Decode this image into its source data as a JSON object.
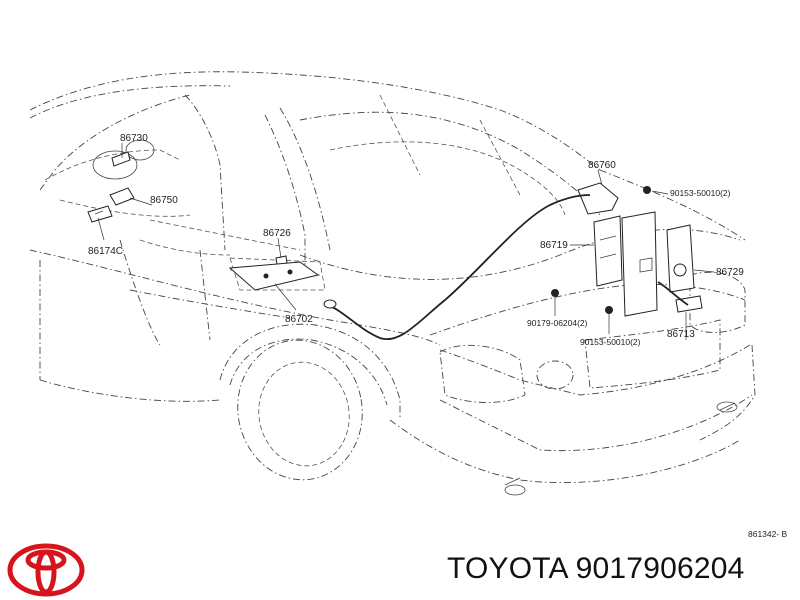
{
  "diagram": {
    "callouts": [
      {
        "id": "86730",
        "text": "86730"
      },
      {
        "id": "86750",
        "text": "86750"
      },
      {
        "id": "86174C",
        "text": "86174C"
      },
      {
        "id": "86726",
        "text": "86726"
      },
      {
        "id": "86702",
        "text": "86702"
      },
      {
        "id": "86760",
        "text": "86760"
      },
      {
        "id": "90153a",
        "text": "90153-50010(2)"
      },
      {
        "id": "86719",
        "text": "86719"
      },
      {
        "id": "86729",
        "text": "86729"
      },
      {
        "id": "90179",
        "text": "90179-06204(2)"
      },
      {
        "id": "90153b",
        "text": "90153-50010(2)"
      },
      {
        "id": "86713",
        "text": "86713"
      }
    ],
    "figure_code": "861342- B"
  },
  "caption": "TOYOTA 9017906204",
  "logo": {
    "name": "toyota-logo",
    "color": "#d7141d"
  },
  "colors": {
    "ink": "#222222",
    "brand_red": "#d7141d"
  }
}
